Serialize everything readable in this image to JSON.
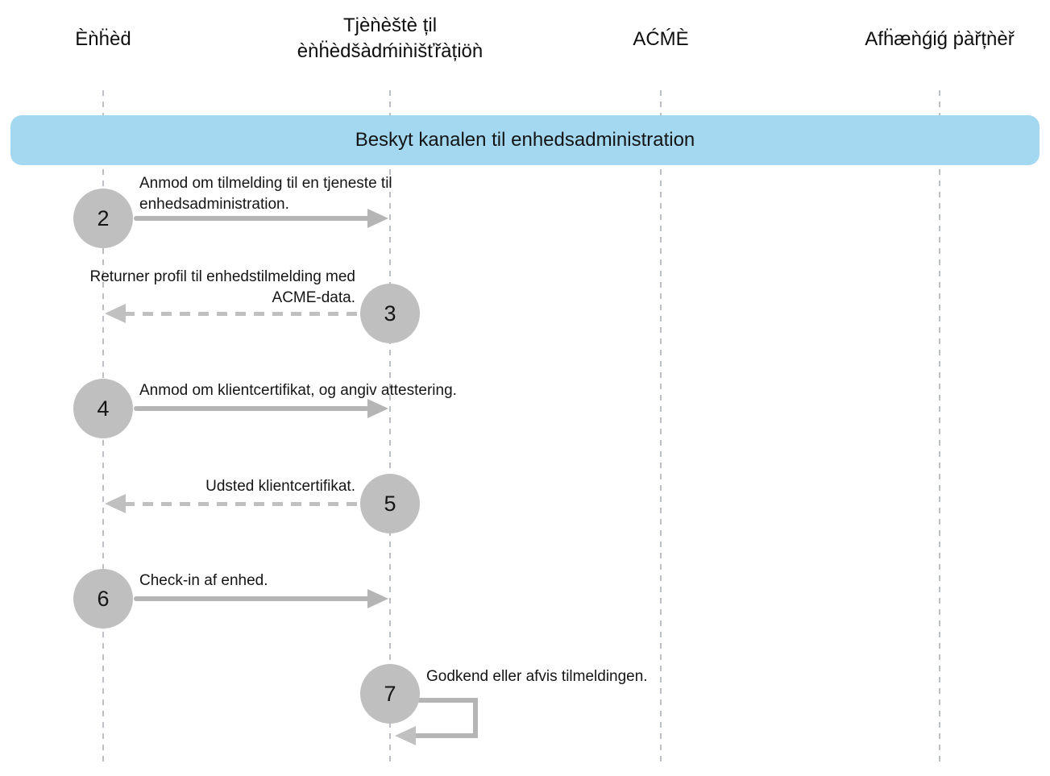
{
  "diagram": {
    "actors": [
      {
        "label": "Èǹḧèḋ"
      },
      {
        "label": "Tjèǹèštè țil\nèǹḧèdšàdḿiǹišťřàțiöǹ"
      },
      {
        "label": "AĆḾÈ"
      },
      {
        "label": "Afḧæǹǵiǵ ṗàřțǹèř"
      }
    ],
    "banner": {
      "label": "Beskyt kanalen til enhedsadministration"
    },
    "steps": [
      {
        "number": "2",
        "label": "Anmod om tilmelding til en tjeneste til enhedsadministration.",
        "from": "Enhed",
        "to": "Tjeneste til enhedsadministration",
        "style": "solid"
      },
      {
        "number": "3",
        "label": "Returner profil til enhedstilmelding med ACME-data.",
        "from": "Tjeneste til enhedsadministration",
        "to": "Enhed",
        "style": "dashed"
      },
      {
        "number": "4",
        "label": "Anmod om klientcertifikat, og angiv attestering.",
        "from": "Enhed",
        "to": "Tjeneste til enhedsadministration",
        "style": "solid"
      },
      {
        "number": "5",
        "label": "Udsted klientcertifikat.",
        "from": "Tjeneste til enhedsadministration",
        "to": "Enhed",
        "style": "dashed"
      },
      {
        "number": "6",
        "label": "Check-in af enhed.",
        "from": "Enhed",
        "to": "Tjeneste til enhedsadministration",
        "style": "solid"
      },
      {
        "number": "7",
        "label": "Godkend eller afvis tilmeldingen.",
        "from": "Tjeneste til enhedsadministration",
        "to": "Tjeneste til enhedsadministration",
        "style": "self-loop"
      }
    ],
    "colors": {
      "banner_bg": "#a4d8f0",
      "circle": "#bfbfbf",
      "arrow_solid": "#b5b5b5",
      "arrow_dashed": "#c0c0c0",
      "lifeline": "#bcc0c4"
    }
  }
}
